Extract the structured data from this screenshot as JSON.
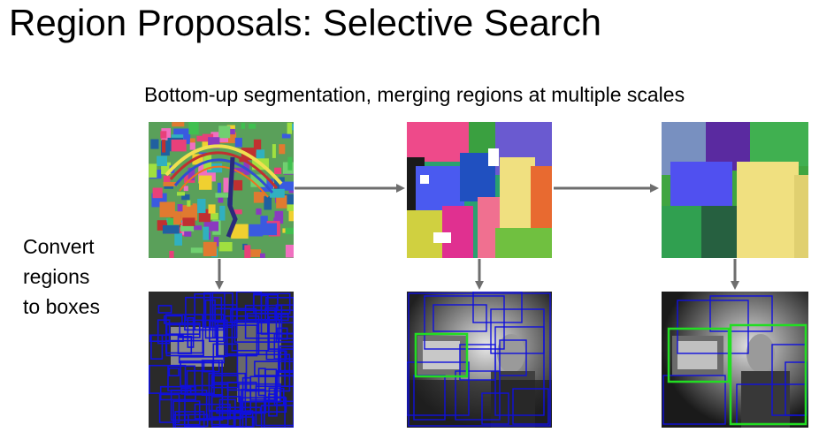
{
  "slide": {
    "title": "Region Proposals: Selective Search",
    "subtitle": "Bottom-up segmentation, merging regions at multiple scales",
    "side_label_lines": [
      "Convert",
      "regions",
      "to boxes"
    ]
  },
  "colors": {
    "arrow": "#6e6e6e",
    "box_blue": "#1010dd",
    "box_green": "#22dd22"
  }
}
